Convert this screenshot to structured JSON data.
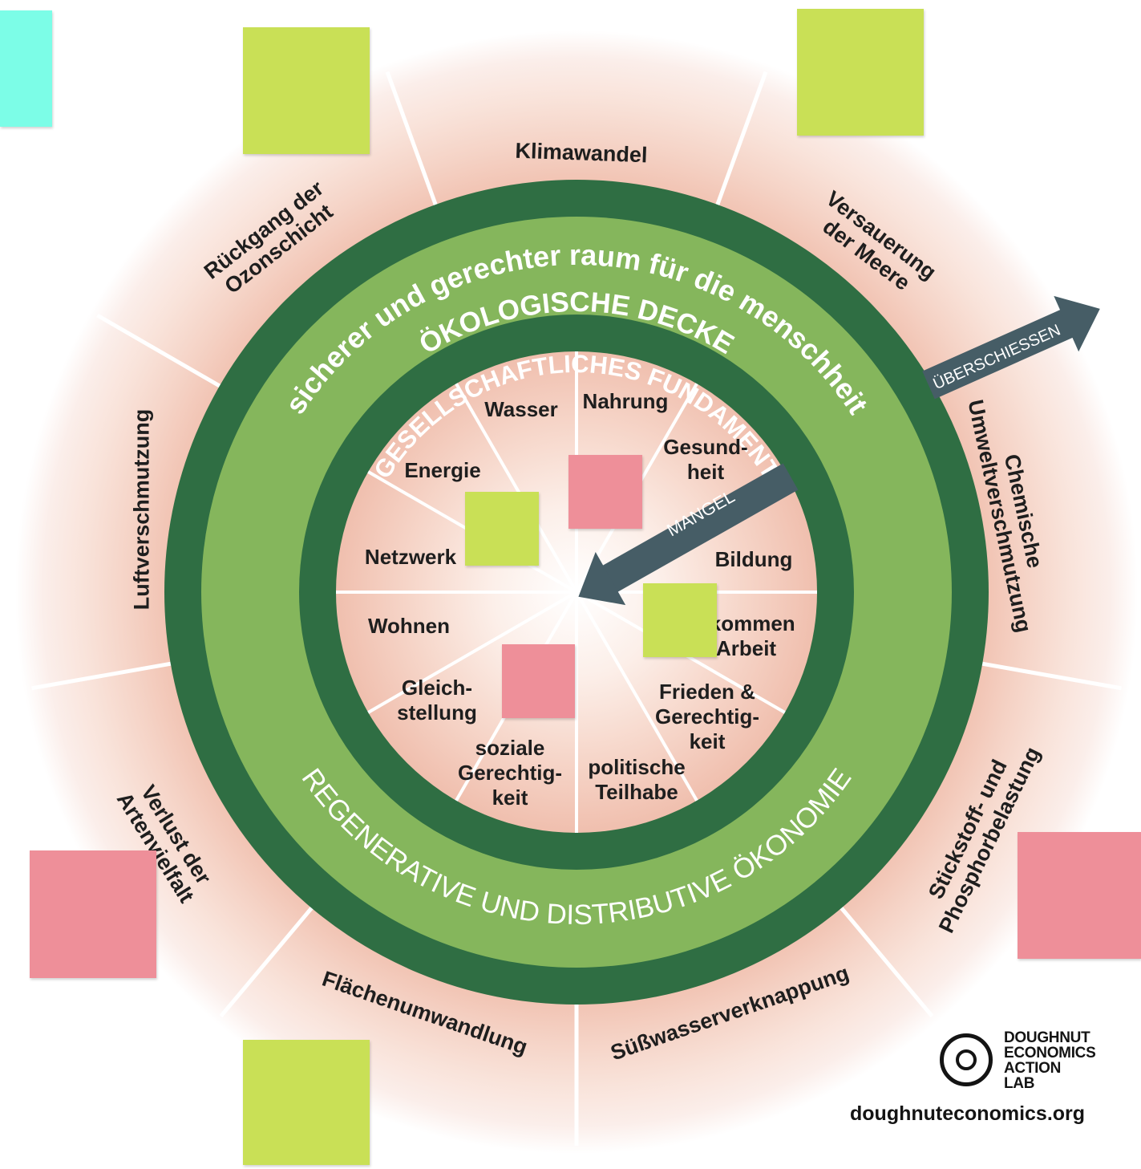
{
  "colors": {
    "dark_green": "#2f6e43",
    "light_green": "#85b65c",
    "arrow": "#465d66",
    "note_lime": "#c9e056",
    "note_pink": "#ee8f99",
    "note_cyan": "#7cfde7",
    "pink_ring": "#f3c6b8"
  },
  "rings": {
    "outer_title": "ÖKOLOGISCHE DECKE",
    "middle_title": "sicherer und gerechter raum für die menschheit",
    "inner_title": "GESELLSCHAFTLICHES FUNDAMENT",
    "bottom_title": "REGENERATIVE UND DISTRIBUTIVE ÖKONOMIE"
  },
  "arrows": {
    "overshoot": "ÜBERSCHIESSEN",
    "shortfall": "MANGEL"
  },
  "ecological_ceiling": [
    {
      "name": "klimawandel",
      "lines": [
        "Klimawandel"
      ]
    },
    {
      "name": "versauerung",
      "lines": [
        "Versauerung",
        "der Meere"
      ]
    },
    {
      "name": "chemische",
      "lines": [
        "Chemische",
        "Umweltverschmutzung"
      ]
    },
    {
      "name": "stickstoff",
      "lines": [
        "Stickstoff- und",
        "Phosphorbelastung"
      ]
    },
    {
      "name": "suesswasser",
      "lines": [
        "Süßwasserverknappung"
      ]
    },
    {
      "name": "flaechen",
      "lines": [
        "Flächenumwandlung"
      ]
    },
    {
      "name": "artenvielfalt",
      "lines": [
        "Verlust der",
        "Artenvielfalt"
      ]
    },
    {
      "name": "luft",
      "lines": [
        "Luftverschmutzung"
      ]
    },
    {
      "name": "ozon",
      "lines": [
        "Rückgang der",
        "Ozonschicht"
      ]
    }
  ],
  "social_foundation": [
    {
      "name": "nahrung",
      "lines": [
        "Nahrung"
      ]
    },
    {
      "name": "gesundheit",
      "lines": [
        "Gesund-",
        "heit"
      ]
    },
    {
      "name": "bildung",
      "lines": [
        "Bildung"
      ]
    },
    {
      "name": "einkommen",
      "lines": [
        "Einkommen",
        "& Arbeit"
      ]
    },
    {
      "name": "frieden",
      "lines": [
        "Frieden &",
        "Gerechtig-",
        "keit"
      ]
    },
    {
      "name": "politische",
      "lines": [
        "politische",
        "Teilhabe"
      ]
    },
    {
      "name": "soziale",
      "lines": [
        "soziale",
        "Gerechtig-",
        "keit"
      ]
    },
    {
      "name": "gleichstellung",
      "lines": [
        "Gleich-",
        "stellung"
      ]
    },
    {
      "name": "wohnen",
      "lines": [
        "Wohnen"
      ]
    },
    {
      "name": "netzwerk",
      "lines": [
        "Netzwerk"
      ]
    },
    {
      "name": "energie",
      "lines": [
        "Energie"
      ]
    },
    {
      "name": "wasser",
      "lines": [
        "Wasser"
      ]
    }
  ],
  "logo": {
    "line1": "DOUGHNUT",
    "line2": "ECONOMICS",
    "line3": "ACTION",
    "line4": "LAB",
    "url": "doughnuteconomics.org"
  },
  "sticky_notes": [
    {
      "color": "cyan"
    },
    {
      "color": "lime"
    },
    {
      "color": "lime"
    },
    {
      "color": "pink"
    },
    {
      "color": "lime"
    },
    {
      "color": "lime"
    },
    {
      "color": "pink"
    },
    {
      "color": "pink"
    },
    {
      "color": "pink"
    },
    {
      "color": "lime"
    }
  ]
}
